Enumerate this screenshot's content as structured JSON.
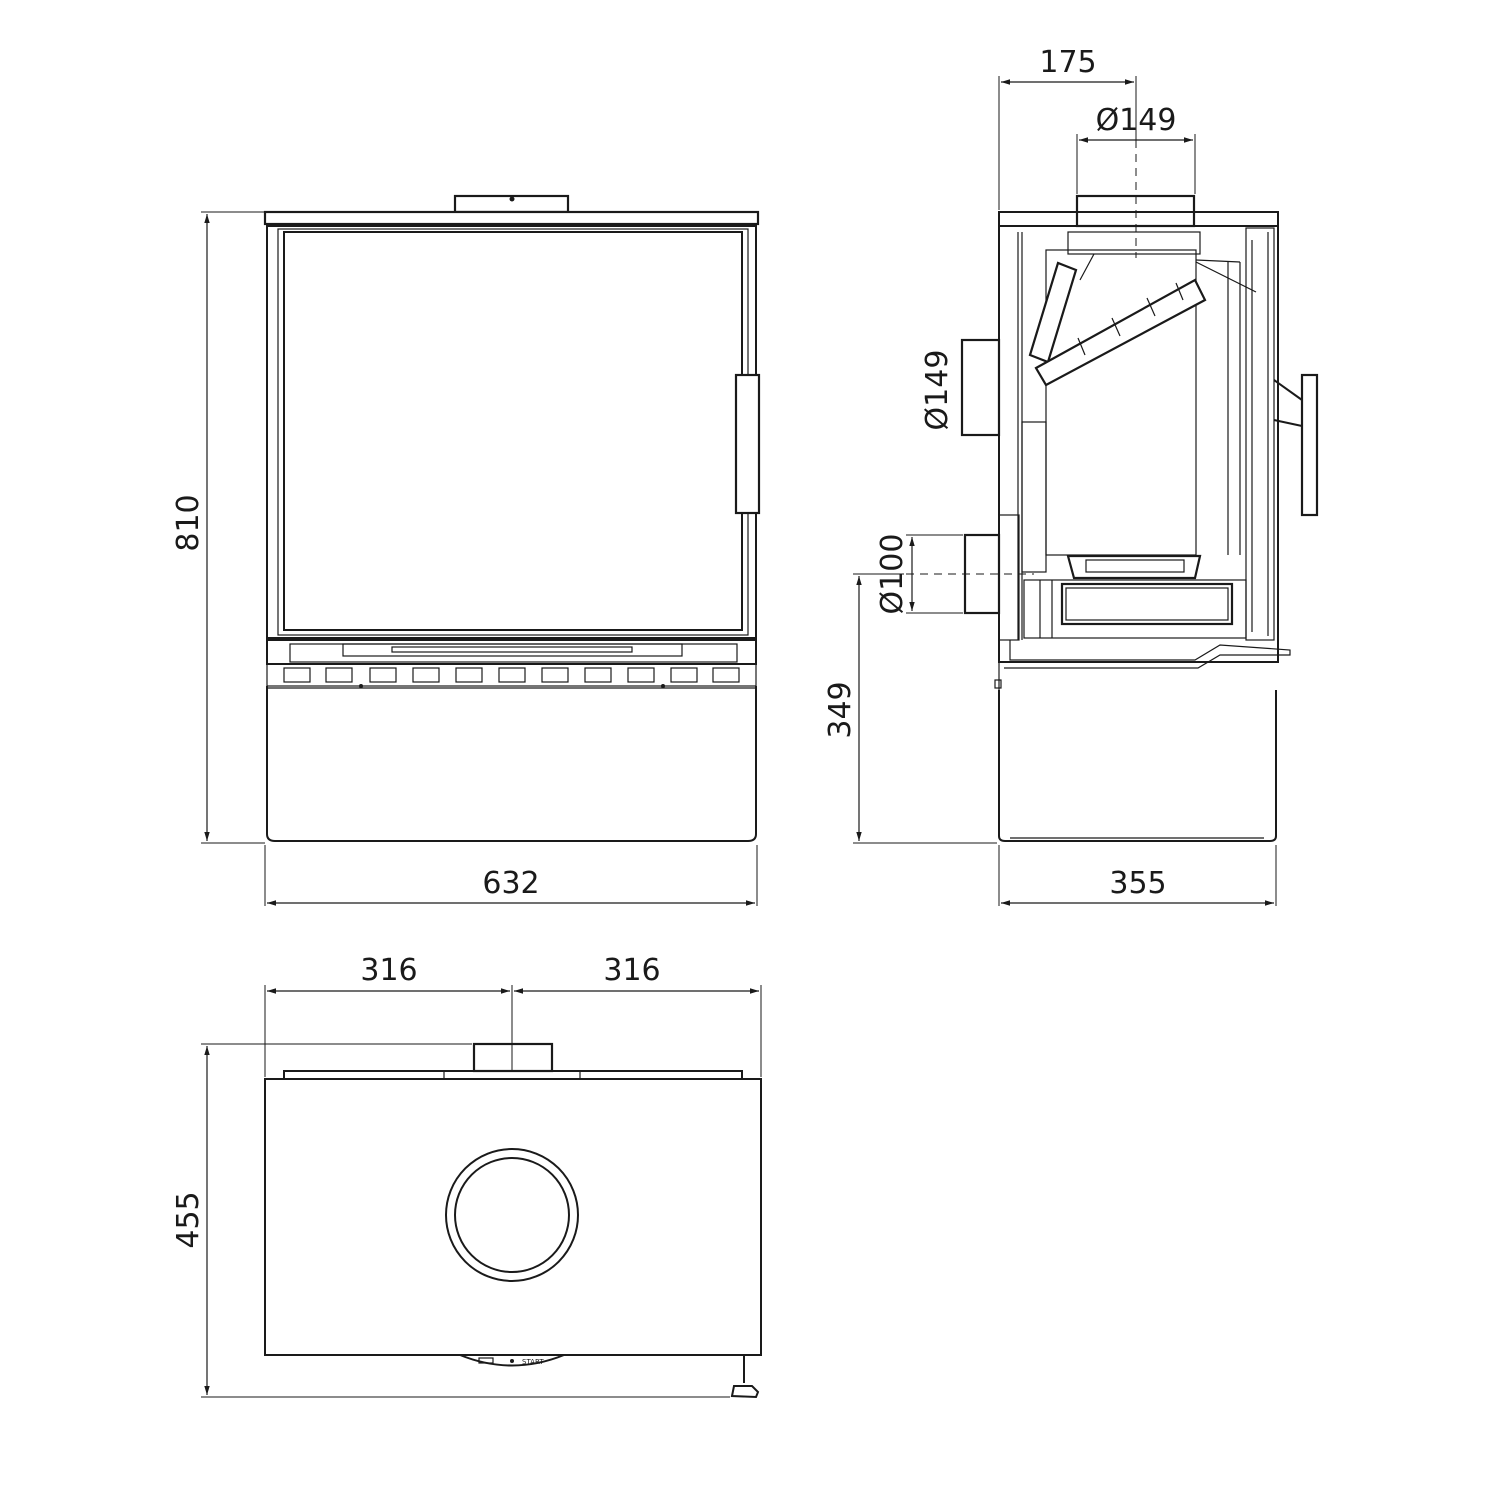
{
  "front_view": {
    "height_label": "810",
    "width_label": "632"
  },
  "side_view": {
    "flue_offset_label": "175",
    "top_flue_diameter_label": "Ø149",
    "rear_flue_diameter_label": "Ø149",
    "air_inlet_diameter_label": "Ø100",
    "air_inlet_height_label": "349",
    "depth_label": "355"
  },
  "top_view": {
    "left_half_label": "316",
    "right_half_label": "316",
    "depth_label": "455",
    "knob_label": "START"
  }
}
